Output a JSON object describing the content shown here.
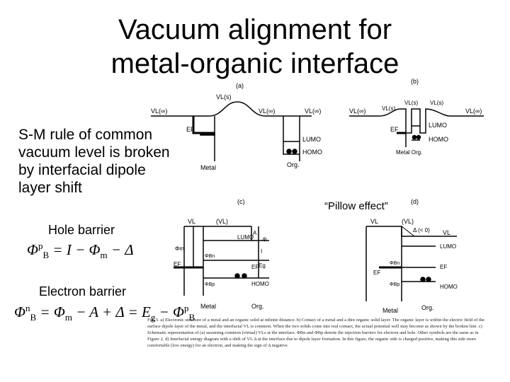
{
  "slide": {
    "title_line1": "Vacuum alignment for",
    "title_line2": "metal-organic interface",
    "bullet": "S-M rule of common vacuum level is broken by interfacial dipole layer shift",
    "hole_barrier_label": "Hole barrier",
    "electron_barrier_label": "Electron barrier",
    "pillow_label": "“Pillow effect”",
    "hole_eq": {
      "lhs": "Φ",
      "lhs_sup": "p",
      "lhs_sub": "B",
      "rhs": "= I − Φ",
      "rhs_sub": "m",
      "tail": "− Δ"
    },
    "electron_eq": {
      "lhs": "Φ",
      "lhs_sup": "n",
      "lhs_sub": "B",
      "rhs1": "= Φ",
      "rhs1_sub": "m",
      "rhs2": "− A + Δ = E",
      "rhs2_sub": "g",
      "rhs3": "− Φ",
      "rhs3_sup": "p",
      "rhs3_sub": "B"
    }
  },
  "figure": {
    "panel_a": {
      "tag": "(a)",
      "vl_inf_left": "VL(∞)",
      "vl_s": "VL(s)",
      "vl_inf_mid": "VL(∞)",
      "vl_inf_right": "VL(∞)",
      "ef": "EF",
      "lumo": "LUMO",
      "homo": "HOMO",
      "metal": "Metal",
      "org": "Org."
    },
    "panel_b": {
      "tag": "(b)",
      "vl_inf_left": "VL(∞)",
      "vl_s1": "VL(s)",
      "vl_s2": "VL(s)",
      "vl_s3": "VL(s)",
      "vl_inf_right": "VL(∞)",
      "ef": "EF",
      "lumo": "LUMO",
      "homo": "HOMO",
      "metal_org": "Metal Org."
    },
    "panel_c": {
      "tag": "(c)",
      "vl": "VL",
      "vl_paren": "(VL)",
      "phi_m": "Φm",
      "phi_bn": "ΦBn",
      "phi_bp": "ΦBp",
      "lumo": "LUMO",
      "ef1": "EF",
      "ef2": "EF",
      "eg": "Eg",
      "homo": "HOMO",
      "A": "A",
      "I": "I",
      "phi": "φ",
      "metal": "Metal",
      "org": "Org."
    },
    "panel_d": {
      "tag": "(d)",
      "vl1": "VL",
      "vl2": "(VL)",
      "delta": "Δ (< 0)",
      "vl3": "VL",
      "lumo": "LUMO",
      "ef1": "EF",
      "ef2": "EF",
      "phi_bn": "ΦBn",
      "phi_bp": "ΦBp",
      "homo": "HOMO",
      "metal": "Metal",
      "org": "Org."
    },
    "caption": "Fig. 5. a) Electronic structure of a metal and an organic solid at infinite distance. b) Contact of a metal and a thin organic solid layer. The organic layer is within the electric field of the surface dipole layer of the metal, and the interfacial VL is common. When the two solids come into real contact, the actual potential well may become as shown by the broken line. c) Schematic representation of (a) assuming common (virtual) VLs at the interface. ΦBn and ΦBp denote the injection barriers for electron and hole. Other symbols are the same as in Figure 2. d) Interfacial energy diagram with a shift of VL Δ at the interface due to dipole layer formation. In this figure, the organic side is charged positive, making this side more comfortable (low energy) for an electron, and making the sign of Δ negative."
  }
}
